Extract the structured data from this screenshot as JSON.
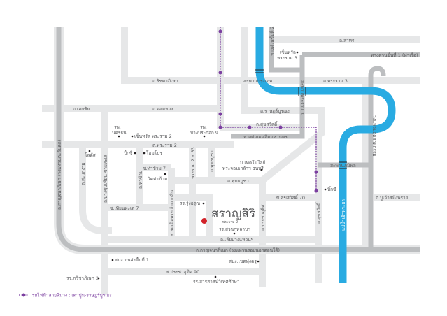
{
  "colors": {
    "road": "#e6e7e8",
    "expressway": "#bcbec0",
    "river": "#29abe2",
    "rail": "#7b3fa0",
    "project": "#d2232a"
  },
  "project": {
    "name": "สราญสิริ",
    "sub": "พระราม 2"
  },
  "roads": {
    "ratchadaphisek": "ถ.รัชดาภิเษก",
    "ekkachai": "ถ.เอกชัย",
    "chomthong": "ถ.จอมทอง",
    "rama2": "ถ.พระราม 2",
    "kanchanaphisek_v": "ถ.กาญจนาภิเษก (วงแหวนตะวันตก)",
    "kanchanaphisek_h": "ถ.กาญจนาภิเษก (วงแหวนรอบนอกตอนใต้)",
    "sakaengam": "ถ.สะแกงาม",
    "bangkhunthian": "ถ.บางขุนเทียน-ชายทะเล",
    "thakham": "ถ.ท่าข้าม",
    "thakham7": "ซ.ท่าข้าม 7",
    "thianthale7": "ซ.เทียนทะเล 7",
    "somdet": "ซ.สมเด็จพระเจ้าตากสิน",
    "rama2_33": "พระราม 2 ซ.33",
    "phutthabucha_v": "ถ.พุทธบูชา",
    "phutthabucha": "ถ.พุทธบูชา",
    "liapwongwaen": "ถ.เลียบวงแหวนฯ",
    "prachauthit": "ถ.ประชาอุทิศ",
    "prachauthit90": "ซ.ประชาอุทิศ 90",
    "suksawat70": "ซ.สุขสวัสดิ์ 70",
    "suksawat_v": "ถ.สุขสวัสดิ์",
    "suksawat": "ถ.สุขสวัสดิ์",
    "ratburana": "ถ.ราษฎร์บูรณะ",
    "sathorn": "ถ.สาทร",
    "rama3": "ถ.พระราม 3",
    "pujaosamingprai": "ถ.ปู่เจ้าสมิงพราย",
    "exp2": "ทางด่วนขั้นที่ 2",
    "exp1": "ทางด่วนขั้นที่ 1 (ท่าเรือ)",
    "chaloem": "ทางด่วนเฉลิมมหานคร",
    "karnchanaphisek_e": "วงแหวนอุตสาหกรรม",
    "bridge_krungthep": "สะพานกรุงเทพ",
    "bridge_rama3": "สะพานพระราม 3",
    "bridge_bhumibol": "สะพานภูมิพล",
    "river": "แม่น้ำเจ้าพระยา"
  },
  "places": {
    "lotus": "โลตัส",
    "nakhonthon": "รพ.\nนครธน",
    "central_rama2": "เซ็นทรัล พระราม 2",
    "bangprakok9": "รพ.\nบางประกอก 9",
    "bigc": "บิ๊กซี",
    "homepro": "โฮมโปร",
    "wat_thakham": "วัดท่าข้าม",
    "rungarun": "รร.รุ่งอรุณ",
    "suankularb": "รร.สวนกุหลาบฯ",
    "kmutt": "ม.เทคโนโลยี\nพระจอมเกล้าฯ ธนบุรี",
    "central_rama3": "เซ็นทรัล\nพระราม 3",
    "bigc2": "บิ๊กซี",
    "transport1": "สนง.ขนส่งพื้นที่ 1",
    "district": "สนง.เขตทุ่งครุ",
    "wittayakhom": "รร.ภวิชาภิเษก 2",
    "sarasas": "รร.สารสาสน์วิเทศศึกษา"
  },
  "legend": {
    "label": "รถไฟฟ้าสายสีม่วง : เตาปูน-ราษฎร์บูรณะ"
  }
}
